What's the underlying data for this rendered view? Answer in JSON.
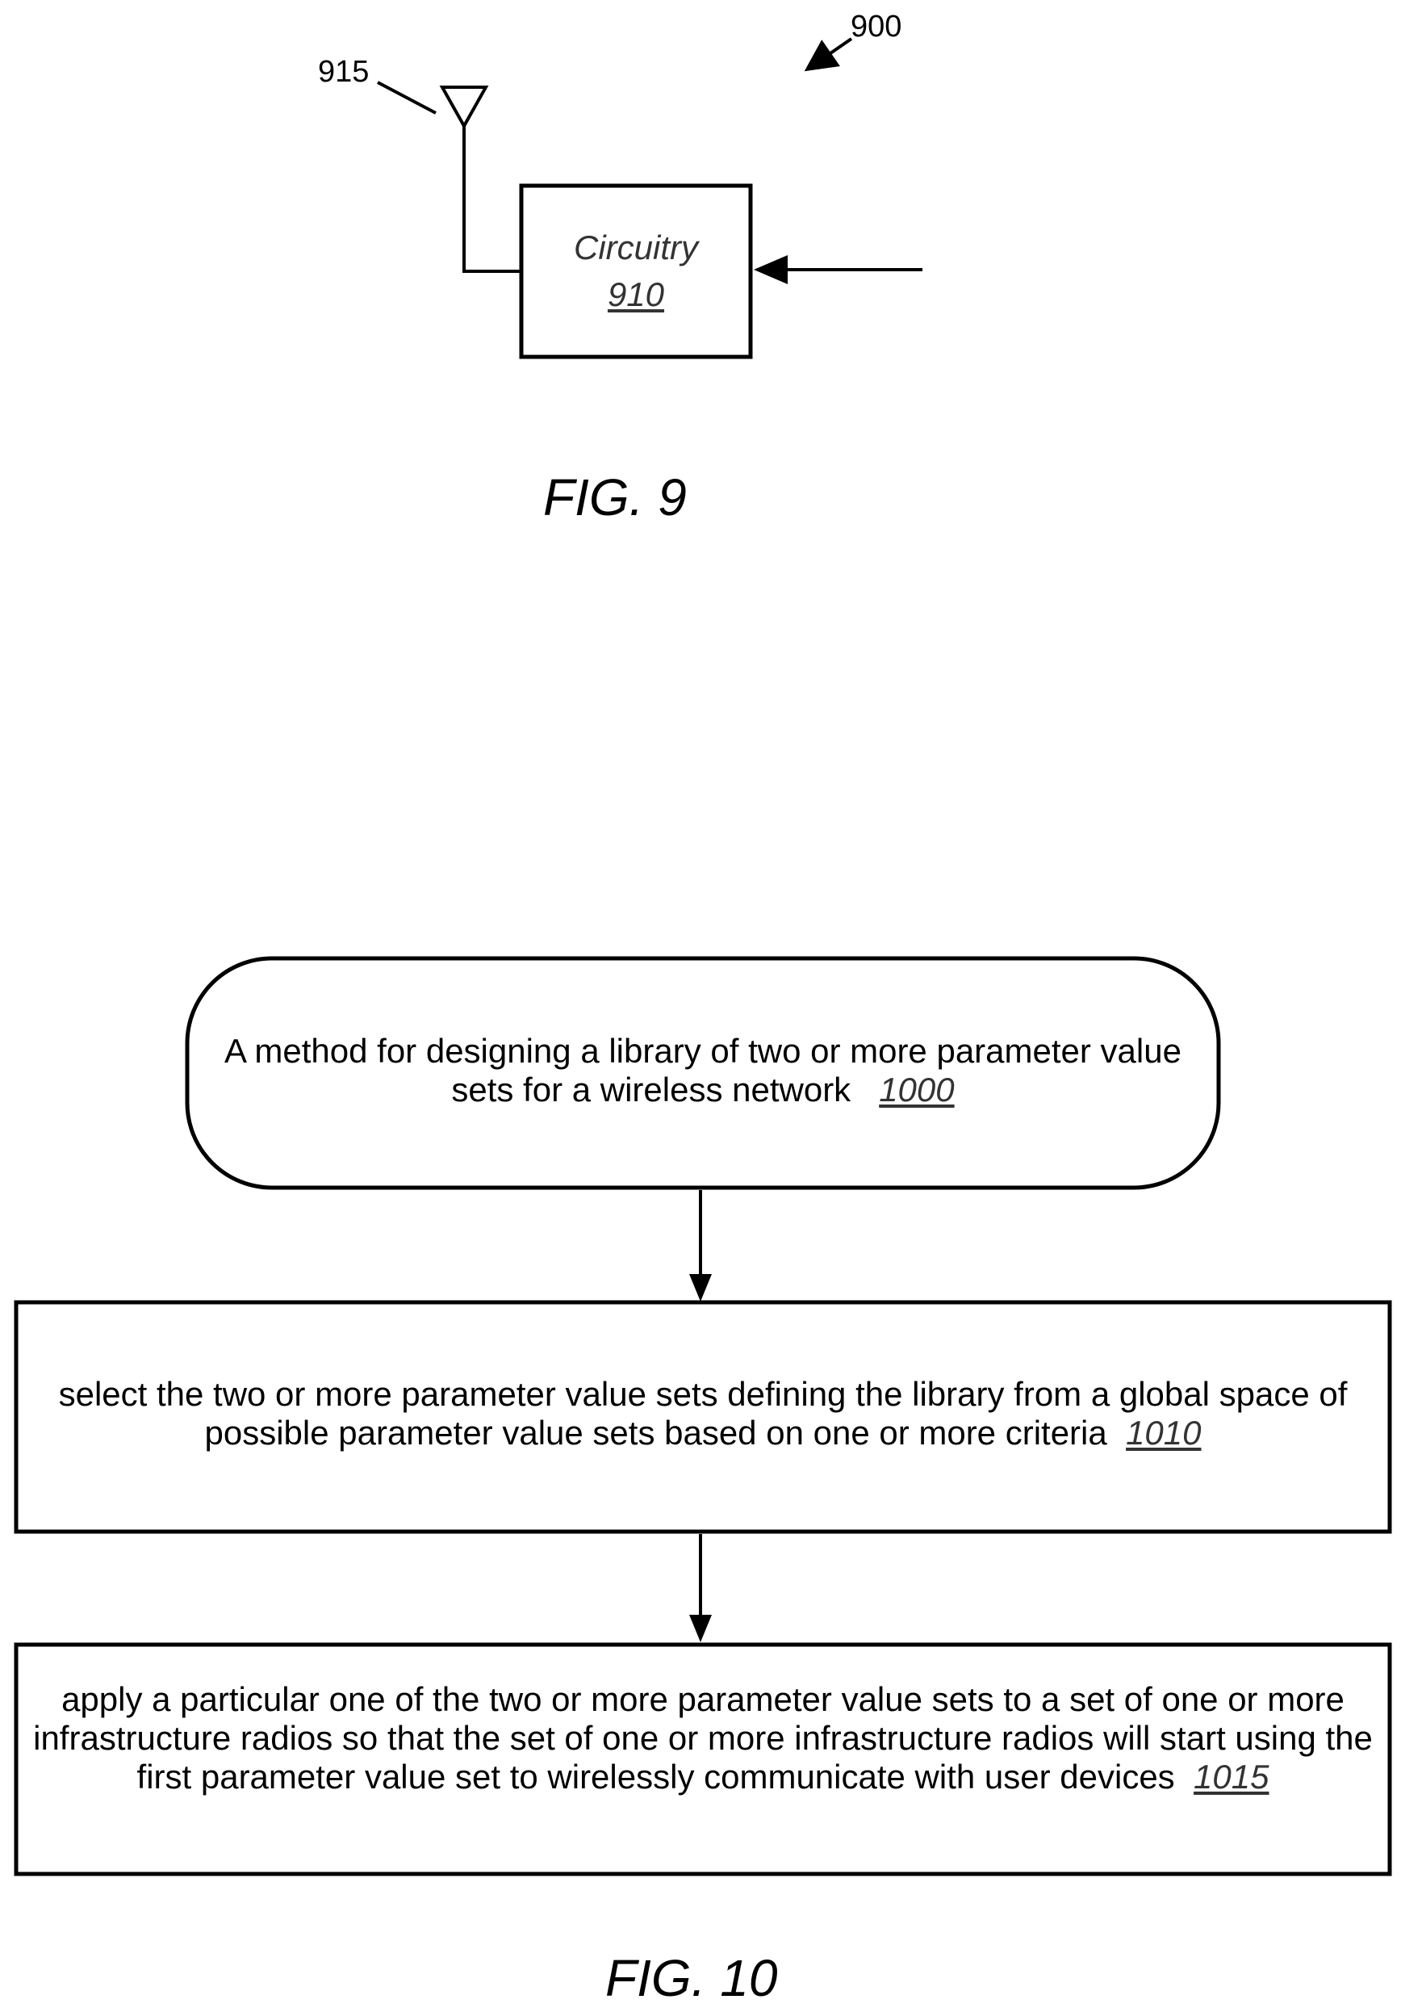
{
  "fig9": {
    "ref_overall": "900",
    "ref_antenna": "915",
    "circuitry_label": "Circuitry",
    "circuitry_ref": "910",
    "caption": "FIG. 9"
  },
  "fig10": {
    "start_text": "A method for designing a library of two or more parameter value sets for a wireless network",
    "start_ref": "1000",
    "step1_text": "select the two or more parameter value sets defining the library from a global space of possible parameter value sets based on one or more criteria",
    "step1_ref": "1010",
    "step2_text": "apply a particular one of the two or more parameter value sets to a set of one or more infrastructure radios so that the set of one or more infrastructure radios will start using the first parameter value set to wirelessly communicate with user devices",
    "step2_ref": "1015",
    "caption": "FIG. 10"
  }
}
